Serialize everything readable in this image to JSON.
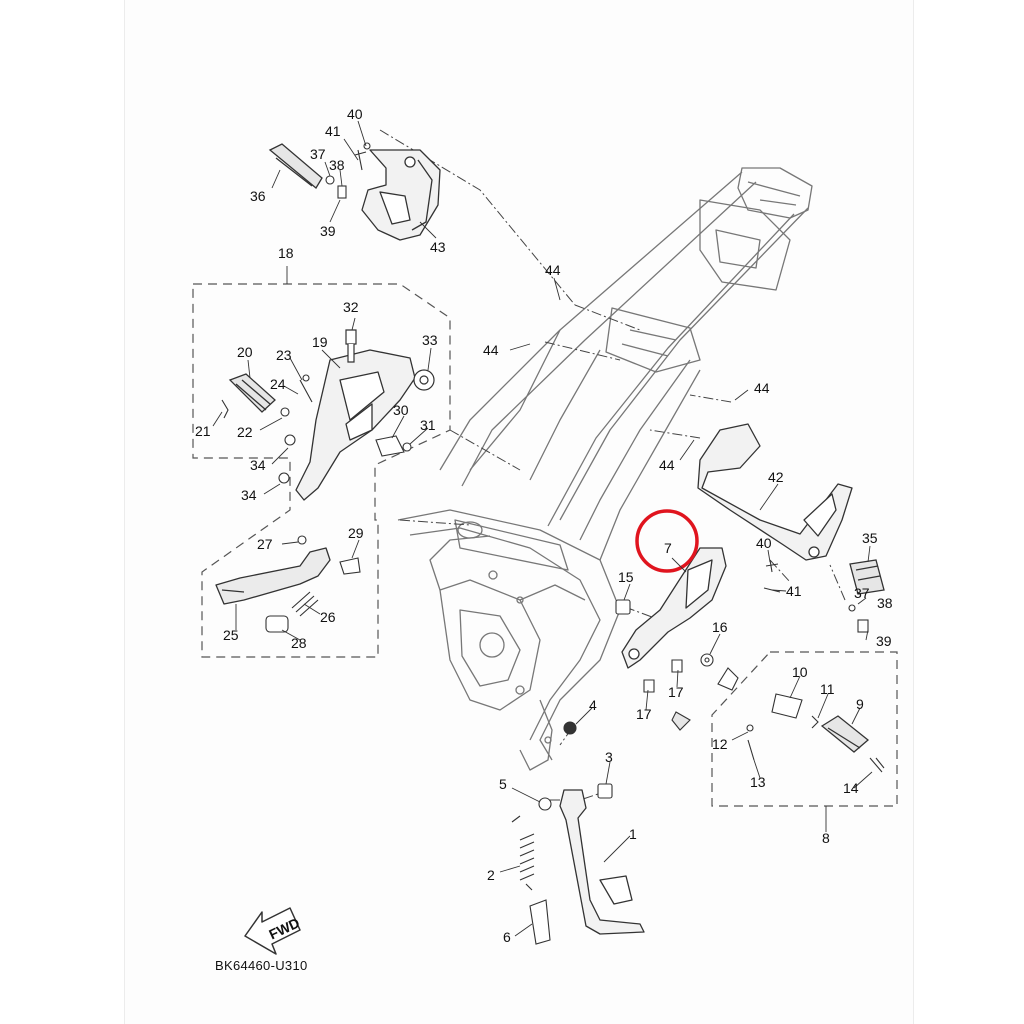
{
  "diagram": {
    "catalog_code": "BK64460-U310",
    "fwd_label": "FWD",
    "highlighted_part": "7",
    "callouts": [
      "1",
      "2",
      "3",
      "4",
      "5",
      "6",
      "7",
      "8",
      "9",
      "10",
      "11",
      "12",
      "13",
      "14",
      "15",
      "16",
      "17",
      "18",
      "20",
      "19",
      "21",
      "22",
      "23",
      "24",
      "25",
      "26",
      "27",
      "28",
      "29",
      "30",
      "31",
      "32",
      "33",
      "34",
      "35",
      "36",
      "37",
      "38",
      "39",
      "40",
      "41",
      "42",
      "43",
      "44"
    ]
  },
  "colors": {
    "line": "#333333",
    "frame_line": "#777777",
    "group_border": "#555555",
    "highlight": "#e0141e"
  },
  "icons": [
    "fwd-arrow-icon"
  ]
}
